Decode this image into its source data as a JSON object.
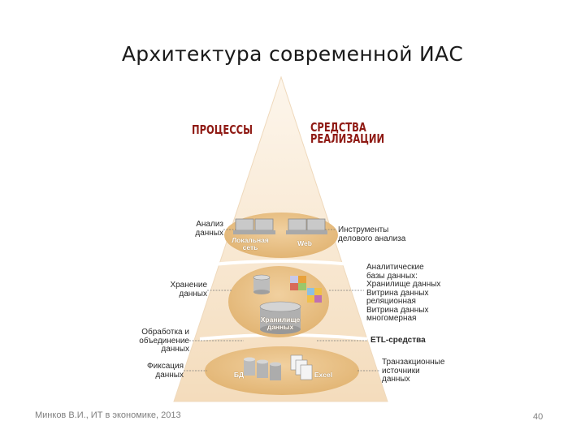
{
  "title": "Архитектура современной ИАС",
  "headers": {
    "processes": "ПРОЦЕССЫ",
    "tools_line1": "СРЕДСТВА",
    "tools_line2": "РЕАЛИЗАЦИИ"
  },
  "left_labels": {
    "analysis": [
      "Анализ",
      "данных"
    ],
    "storage": [
      "Хранение",
      "данных"
    ],
    "processing": [
      "Обработка и",
      "объединение",
      "данных"
    ],
    "capture": [
      "Фиксация",
      "данных"
    ]
  },
  "right_labels": {
    "tools": [
      "Инструменты",
      "делового анализа"
    ],
    "databases": [
      "Аналитические",
      "базы данных:",
      "Хранилище данных",
      "Витрина данных",
      "реляционная",
      "Витрина данных",
      "многомерная"
    ],
    "etl": "ETL-средства",
    "sources": [
      "Транзакционные",
      "источники",
      "данных"
    ]
  },
  "inner_labels": {
    "local_net": [
      "Локальная",
      "сеть"
    ],
    "web": "Web",
    "warehouse": [
      "Хранилище",
      "данных"
    ],
    "db": "БД",
    "excel": "Excel"
  },
  "colors": {
    "pyramid_light": "#fbefdf",
    "pyramid_dark": "#f2d6ae",
    "ellipse": "#e9c189",
    "ellipse_dark": "#d7a566",
    "header": "#8f1a14"
  },
  "footer": {
    "author": "Минков В.И., ИТ в экономике, 2013",
    "page": "40"
  }
}
